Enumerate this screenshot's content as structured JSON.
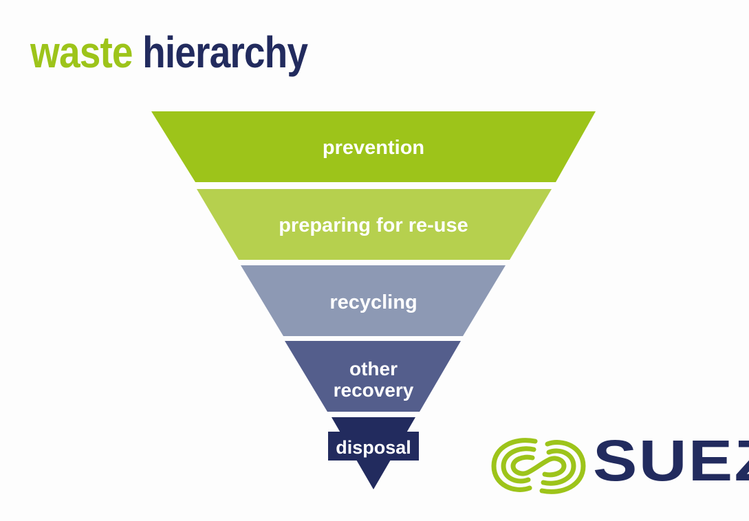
{
  "title": {
    "word1": "waste",
    "word2": "hierarchy"
  },
  "tiers": [
    {
      "label": "prevention"
    },
    {
      "label": "preparing for re-use"
    },
    {
      "label": "recycling"
    },
    {
      "label": "other recovery",
      "line1": "other",
      "line2": "recovery"
    },
    {
      "label": "disposal"
    }
  ],
  "logo": {
    "text": "SUEZ"
  },
  "colors": {
    "accent_green": "#9dc41a",
    "light_green": "#b6d04e",
    "grey_blue": "#8d99b4",
    "slate_blue": "#545e8c",
    "navy": "#222b5e"
  }
}
